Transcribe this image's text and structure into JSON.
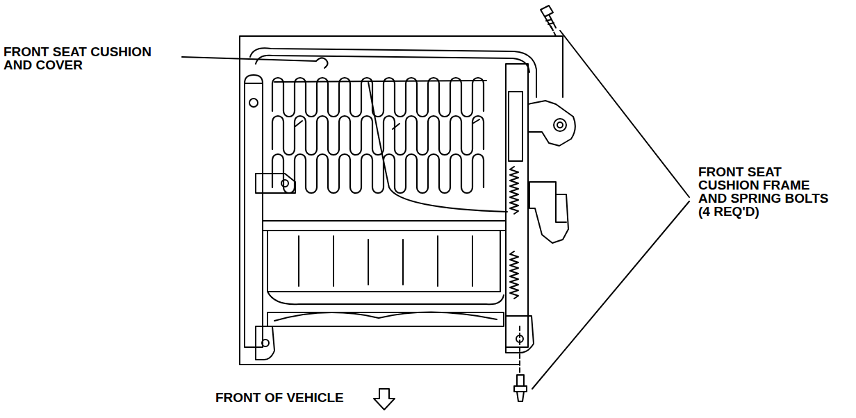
{
  "diagram": {
    "labels": [
      "FRONT SEAT CUSHION AND COVER",
      "FRONT SEAT CUSHION FRAME AND SPRING BOLTS (4 REQ'D)",
      "FRONT OF VEHICLE"
    ]
  }
}
